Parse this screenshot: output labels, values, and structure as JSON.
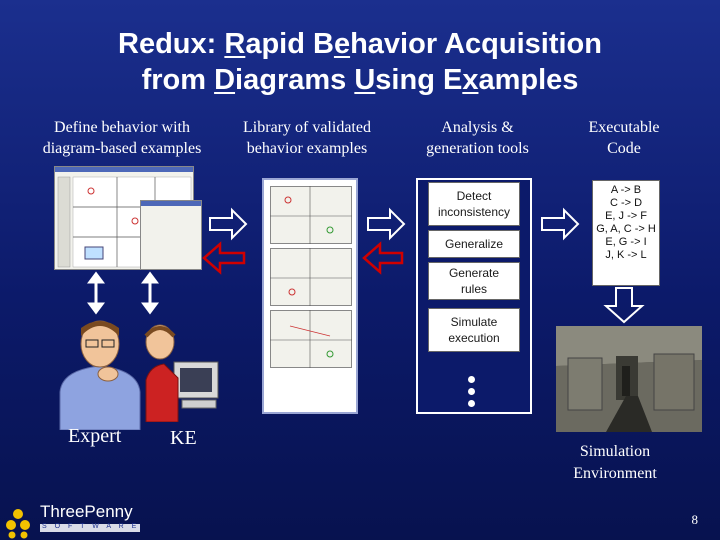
{
  "title": {
    "line1": {
      "pre": "Redux: ",
      "u1": "R",
      "mid1": "apid B",
      "u2": "e",
      "post": "havior Acquisition"
    },
    "line2": {
      "pre": "from ",
      "u1": "D",
      "mid1": "iagrams ",
      "u2": "U",
      "mid2": "sing E",
      "u3": "x",
      "post": "amples"
    }
  },
  "columns": [
    {
      "line1": "Define behavior with",
      "line2": "diagram-based examples"
    },
    {
      "line1": "Library of validated",
      "line2": "behavior examples"
    },
    {
      "line1": "Analysis &",
      "line2": "generation tools"
    },
    {
      "line1": "Executable",
      "line2": "Code"
    }
  ],
  "tools": [
    {
      "line1": "Detect",
      "line2": "inconsistency"
    },
    {
      "line1": "Generalize",
      "line2": ""
    },
    {
      "line1": "Generate",
      "line2": "rules"
    },
    {
      "line1": "Simulate",
      "line2": "execution"
    }
  ],
  "code_lines": [
    "A -> B",
    "C -> D",
    "E, J -> F",
    "G, A, C -> H",
    "E, G -> I",
    "J, K -> L"
  ],
  "people": {
    "expert": "Expert",
    "ke": "KE"
  },
  "simulation": {
    "line1": "Simulation",
    "line2": "Environment"
  },
  "logo": {
    "name": "ThreePenny",
    "tag": "S O F T W A R E"
  },
  "page_number": "8",
  "colors": {
    "background": "#0c1a6a",
    "arrow_forward": "#ffffff",
    "arrow_back": "#d00000",
    "logo_dots": "#f2c200"
  }
}
